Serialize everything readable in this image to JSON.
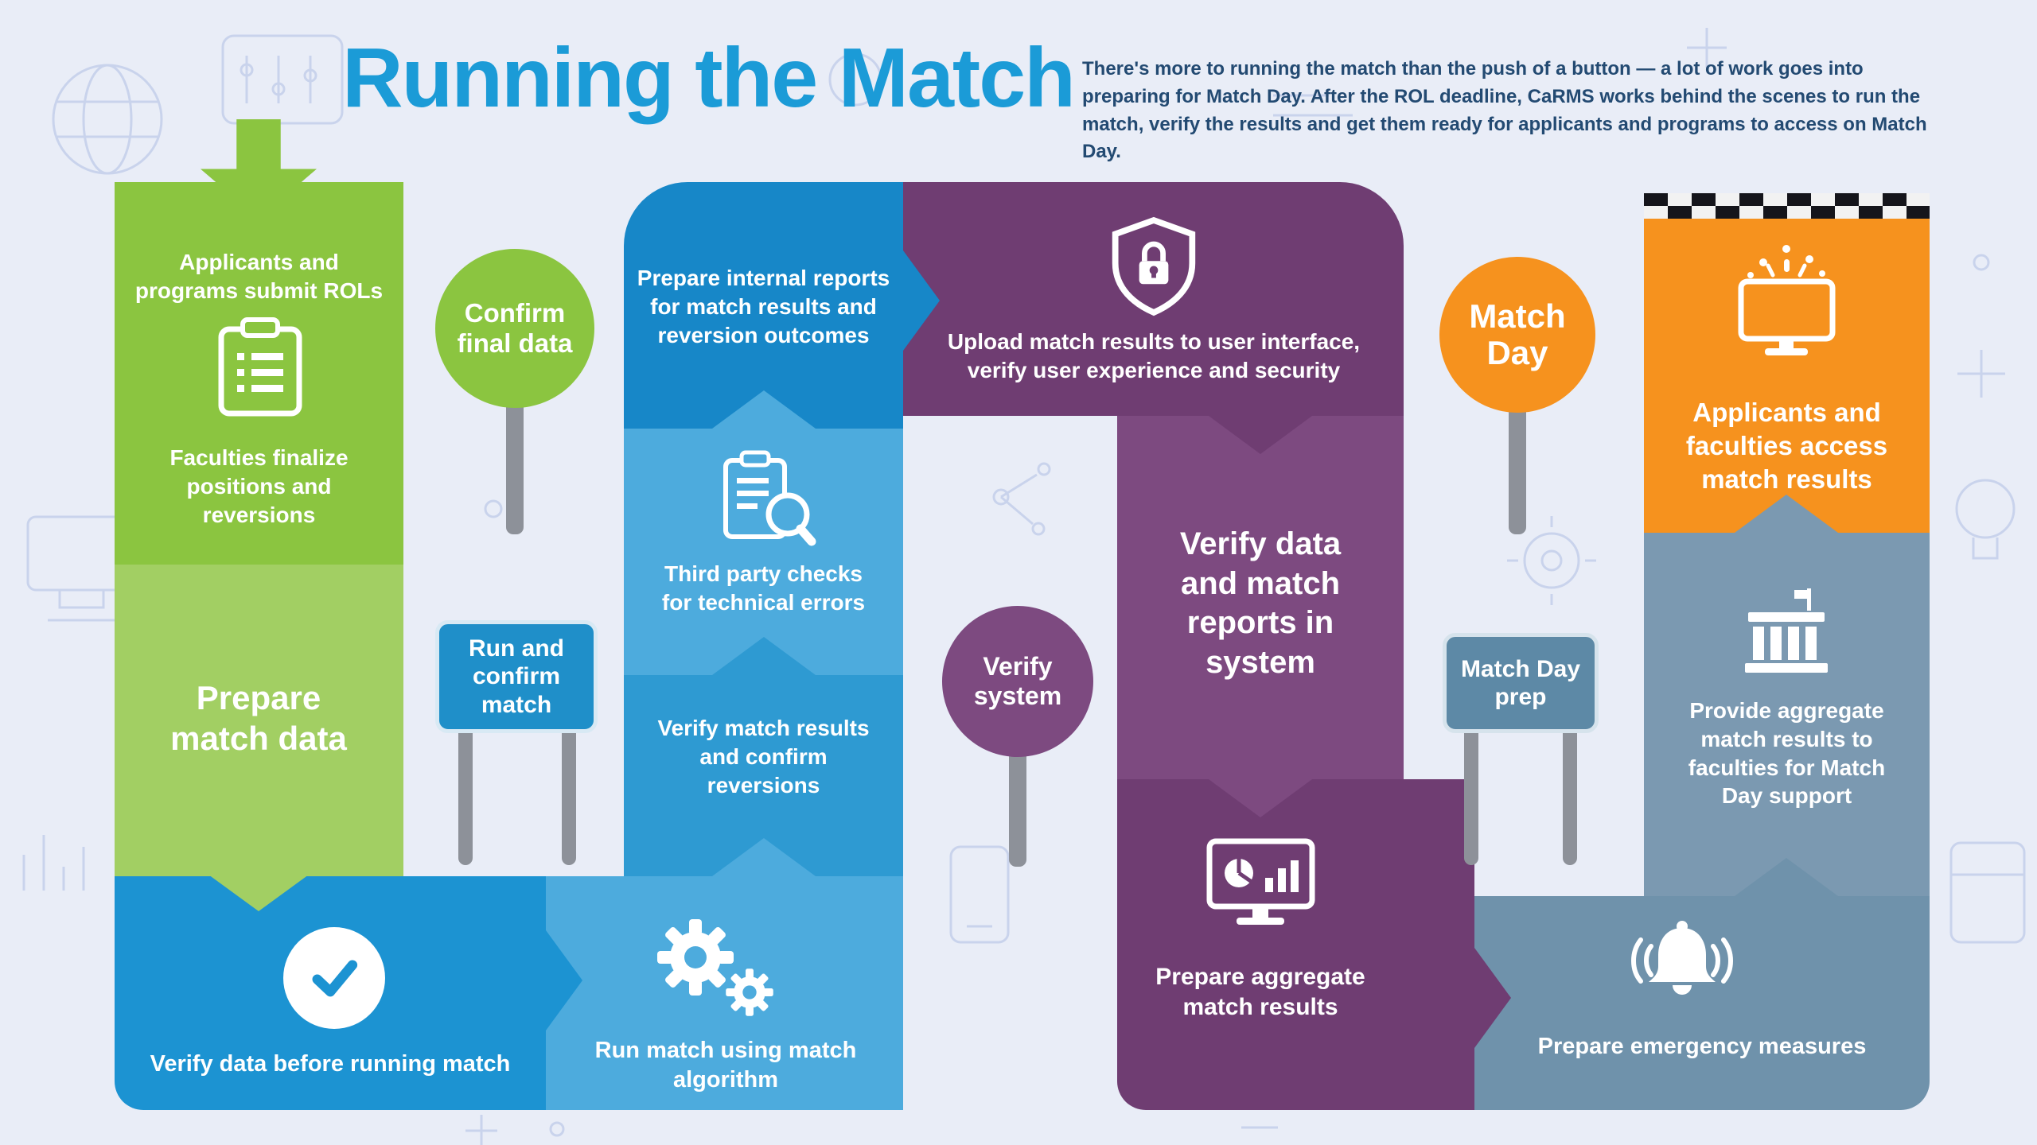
{
  "header": {
    "title": "Running the Match",
    "intro": "There's more to running the match than the push of a button —  a lot of work goes into preparing for Match Day. After the ROL deadline, CaRMS works behind the scenes to run the match, verify the results and get them ready for applicants and programs to access on Match Day."
  },
  "green": {
    "submit": "Applicants and programs submit ROLs",
    "finalize": "Faculties finalize positions and reversions",
    "label": "Prepare match data"
  },
  "signs": {
    "confirm": "Confirm final data",
    "run_confirm": "Run and confirm match",
    "verify_system": "Verify system",
    "match_day": "Match Day",
    "match_day_prep": "Match Day prep"
  },
  "blue": {
    "verify_before": "Verify data before running match",
    "run_algorithm": "Run match using match algorithm",
    "verify_results": "Verify match results and confirm reversions",
    "third_party": "Third party checks for technical errors",
    "internal_reports": "Prepare internal reports for match results and reversion outcomes"
  },
  "purple": {
    "upload": "Upload match results to user interface, verify user experience and security",
    "verify_reports": "Verify data and match reports in system",
    "aggregate": "Prepare aggregate match results"
  },
  "slate": {
    "provide": "Provide aggregate match results to faculties for Match Day support",
    "emergency": "Prepare emergency measures"
  },
  "orange": {
    "access": "Applicants and faculties access match results"
  },
  "icons": {
    "start_arrow": "arrow-down",
    "clipboard": "clipboard-checklist",
    "check_circle": "checkmark-circle",
    "gears": "gears",
    "clipboard_magnifier": "clipboard-search",
    "shield_lock": "shield-padlock",
    "monitor_charts": "monitor-analytics",
    "bank": "faculty-building-flag",
    "bell": "alert-bell",
    "monitor_confetti": "monitor-celebration",
    "checkered_flag": "finish-line-checkers"
  },
  "colors": {
    "background": "#e9edf7",
    "title_blue": "#1b9bd7",
    "intro_navy": "#234a72",
    "green_dark": "#8bc540",
    "green_light": "#a2cf63",
    "blue_darkest": "#1787c8",
    "blue_mid": "#1c93d2",
    "blue_light": "#4dabdd",
    "purple_dark": "#6f3d72",
    "purple_light": "#7d4a80",
    "orange": "#f6921e",
    "slate_row": "#6f92ab",
    "slate_col": "#7b99b1",
    "sign_slate": "#5d89a6",
    "pole_gray": "#8d9199"
  }
}
